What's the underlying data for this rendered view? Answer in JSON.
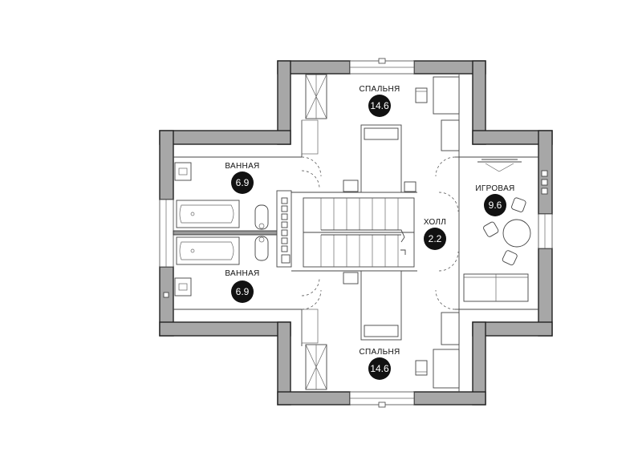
{
  "rooms": [
    {
      "id": "bedroom-top",
      "name": "СПАЛЬНЯ",
      "area": "14.6"
    },
    {
      "id": "bathroom-top",
      "name": "ВАННАЯ",
      "area": "6.9"
    },
    {
      "id": "playroom",
      "name": "ИГРОВАЯ",
      "area": "9.6"
    },
    {
      "id": "hall",
      "name": "ХОЛЛ",
      "area": "2.2"
    },
    {
      "id": "bathroom-bottom",
      "name": "ВАННАЯ",
      "area": "6.9"
    },
    {
      "id": "bedroom-bottom",
      "name": "СПАЛЬНЯ",
      "area": "14.6"
    }
  ]
}
